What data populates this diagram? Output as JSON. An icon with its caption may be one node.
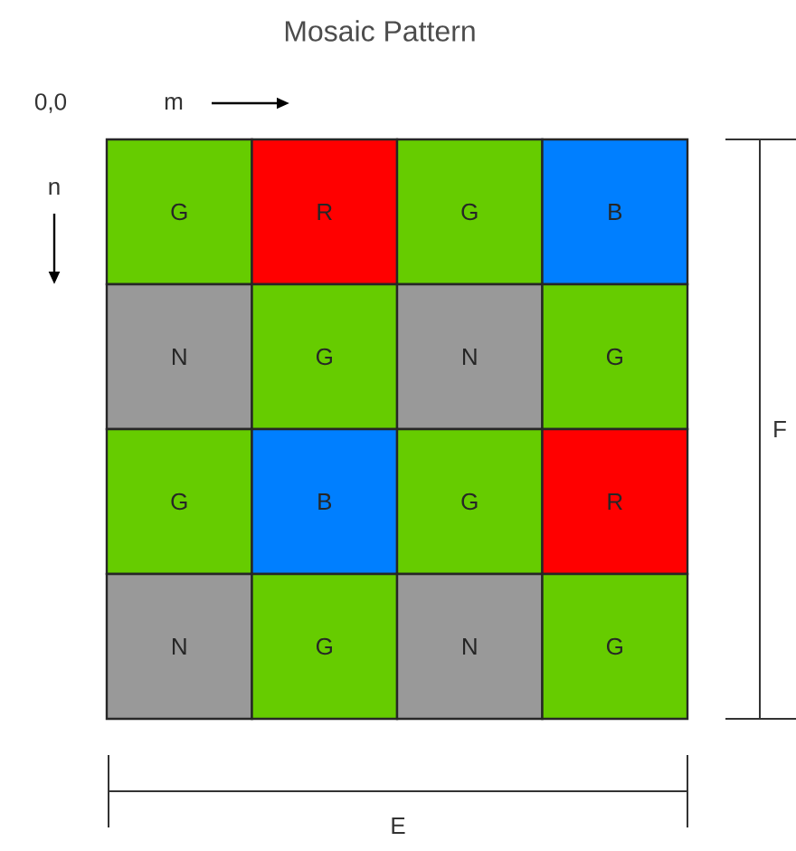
{
  "diagram": {
    "title": "Mosaic Pattern",
    "nodes": [
      {
        "text": [
          "G"
        ]
      },
      {
        "text": [
          "R"
        ]
      },
      {
        "text": [
          "G"
        ]
      },
      {
        "text": [
          "B"
        ]
      },
      {
        "text": [
          "N"
        ]
      },
      {
        "text": [
          "G"
        ]
      },
      {
        "text": [
          "N"
        ]
      },
      {
        "text": [
          "G"
        ]
      },
      {
        "text": [
          "G"
        ]
      },
      {
        "text": [
          "B"
        ]
      },
      {
        "text": [
          "G"
        ]
      },
      {
        "text": [
          "R"
        ]
      },
      {
        "text": [
          "N"
        ]
      },
      {
        "text": [
          "G"
        ]
      },
      {
        "text": [
          "N"
        ]
      },
      {
        "text": [
          "G"
        ]
      }
    ],
    "labels": [
      "0,0",
      "m",
      "n",
      "F",
      "E"
    ]
  }
}
